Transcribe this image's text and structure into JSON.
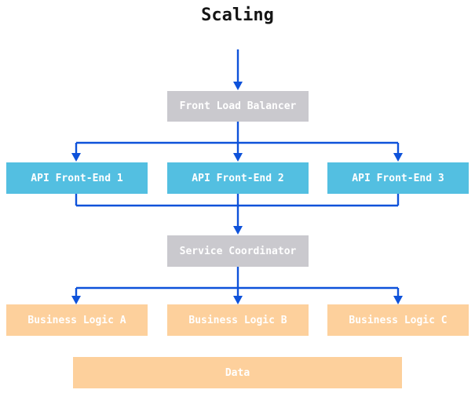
{
  "title": "Scaling",
  "colors": {
    "arrow": "#0e52da",
    "gray_box": "#cac9ce",
    "blue_box": "#53bfe1",
    "orange_box": "#fdd09c",
    "box_text": "#ffffff",
    "title_text": "#151515"
  },
  "nodes": {
    "front_load_balancer": {
      "label": "Front Load Balancer"
    },
    "api_front_end_1": {
      "label": "API Front-End 1"
    },
    "api_front_end_2": {
      "label": "API Front-End 2"
    },
    "api_front_end_3": {
      "label": "API Front-End 3"
    },
    "service_coordinator": {
      "label": "Service Coordinator"
    },
    "business_logic_a": {
      "label": "Business Logic A"
    },
    "business_logic_b": {
      "label": "Business Logic B"
    },
    "business_logic_c": {
      "label": "Business Logic C"
    },
    "data": {
      "label": "Data"
    }
  },
  "edges": [
    {
      "from": "title",
      "to": "front_load_balancer"
    },
    {
      "from": "front_load_balancer",
      "to": "api_front_end_1"
    },
    {
      "from": "front_load_balancer",
      "to": "api_front_end_2"
    },
    {
      "from": "front_load_balancer",
      "to": "api_front_end_3"
    },
    {
      "from": "api_front_end_1",
      "to": "service_coordinator"
    },
    {
      "from": "api_front_end_2",
      "to": "service_coordinator"
    },
    {
      "from": "api_front_end_3",
      "to": "service_coordinator"
    },
    {
      "from": "service_coordinator",
      "to": "business_logic_a"
    },
    {
      "from": "service_coordinator",
      "to": "business_logic_b"
    },
    {
      "from": "service_coordinator",
      "to": "business_logic_c"
    }
  ]
}
